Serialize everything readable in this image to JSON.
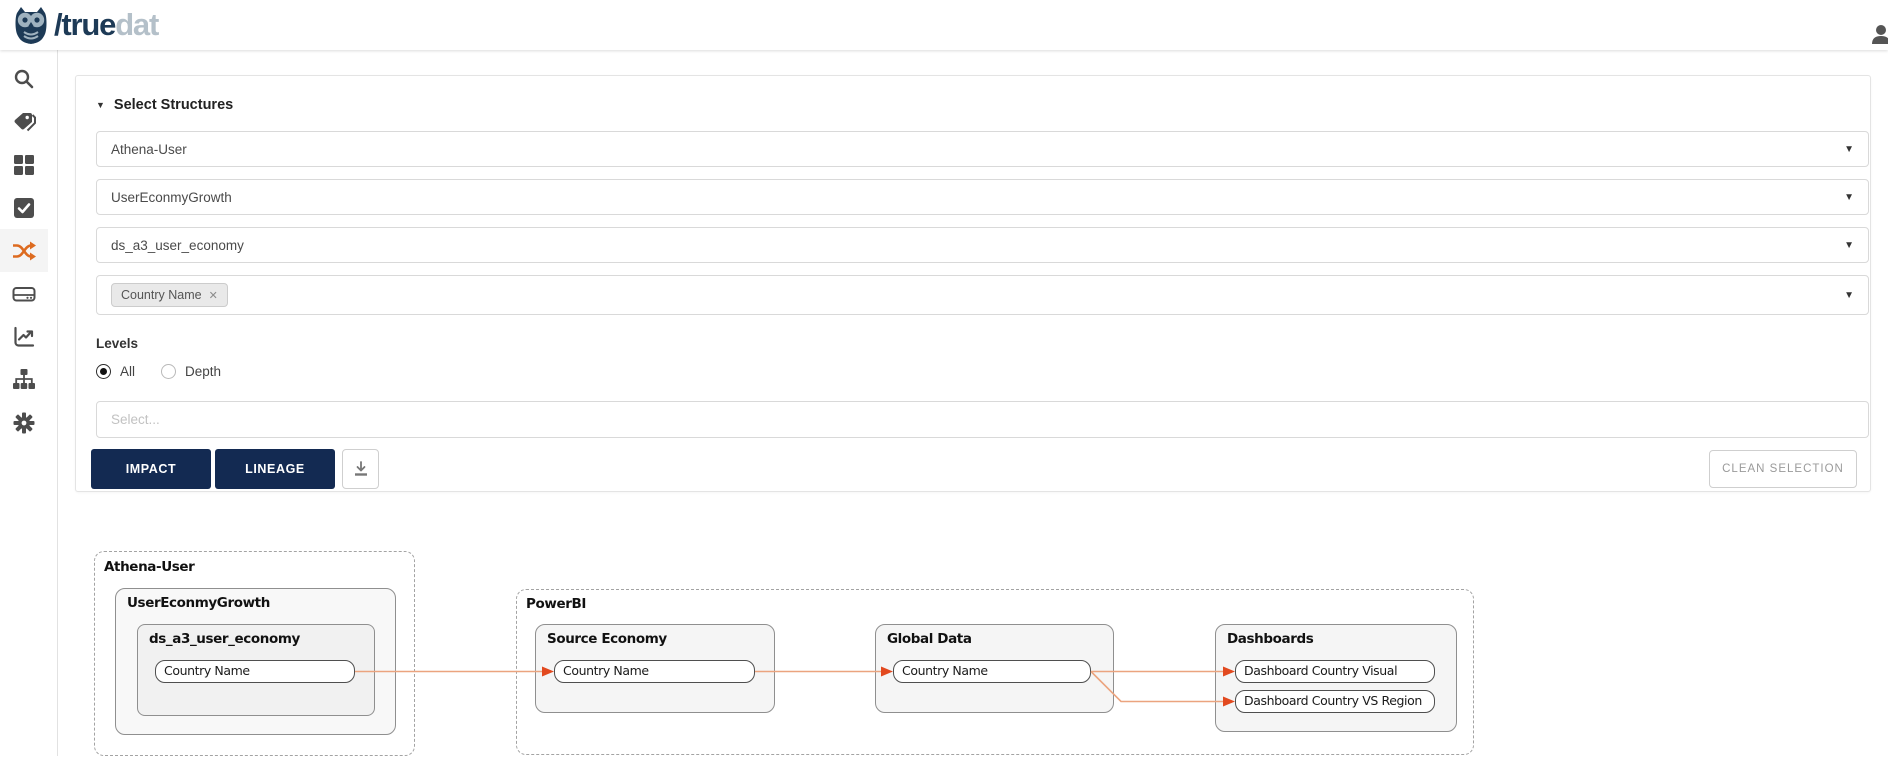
{
  "header": {
    "logo_primary": "/true",
    "logo_secondary": "dat",
    "user_icon": "user-icon"
  },
  "sidebar": {
    "accent_color": "#dd6b20",
    "icon_color": "#4d4d4d",
    "items": [
      {
        "icon": "search-icon",
        "active": false
      },
      {
        "icon": "tag-icon",
        "active": false
      },
      {
        "icon": "grid-icon",
        "active": false
      },
      {
        "icon": "check-square-icon",
        "active": false
      },
      {
        "icon": "shuffle-icon",
        "active": true
      },
      {
        "icon": "data-drive-icon",
        "active": false
      },
      {
        "icon": "chart-line-icon",
        "active": false
      },
      {
        "icon": "sitemap-icon",
        "active": false
      },
      {
        "icon": "gear-icon",
        "active": false
      }
    ]
  },
  "panel": {
    "title": "Select Structures",
    "collapse_icon": "chevron-down-icon",
    "dropdowns": [
      {
        "value": "Athena-User"
      },
      {
        "value": "UserEconmyGrowth"
      },
      {
        "value": "ds_a3_user_economy"
      }
    ],
    "chip_label": "Country Name",
    "levels_label": "Levels",
    "radio_all_label": "All",
    "radio_depth_label": "Depth",
    "radio_selected": "All",
    "select_placeholder": "Select...",
    "impact_label": "IMPACT",
    "lineage_label": "LINEAGE",
    "download_icon": "download-icon",
    "clean_selection_label": "CLEAN SELECTION",
    "button_color": "#132a52"
  },
  "graph": {
    "athena_container_label": "Athena-User",
    "powerbi_container_label": "PowerBI",
    "user_econmy_label": "UserEconmyGrowth",
    "ds_label": "ds_a3_user_economy",
    "source_economy_label": "Source Economy",
    "global_data_label": "Global Data",
    "dashboards_label": "Dashboards",
    "athena_node": "Country Name",
    "source_node": "Country Name",
    "global_node": "Country Name",
    "dash_node_1": "Dashboard Country Visual",
    "dash_node_2": "Dashboard Country VS Region",
    "edge_color": "#eba47f",
    "arrow_color": "#e2491f"
  }
}
